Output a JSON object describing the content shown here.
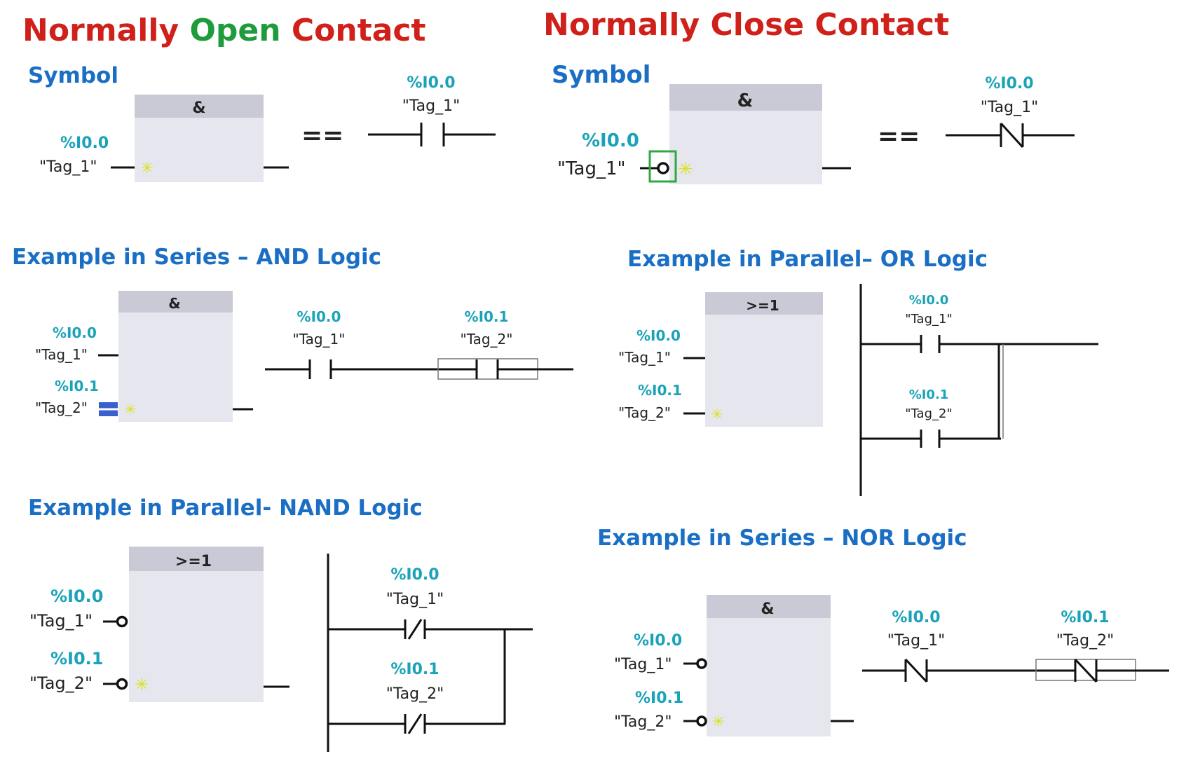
{
  "colors": {
    "red": "#d0201a",
    "green": "#1e9c3c",
    "blue": "#1a6fc4",
    "teal": "#1aa3b8",
    "box_fill": "#e6e7ee",
    "box_header": "#c9cad6",
    "star": "#d9e21a",
    "highlight_box": "#2fa83f",
    "negation_bar": "#3a5fcf"
  },
  "titles": {
    "no_part1": "Normally ",
    "no_part2": "Open",
    "no_part3": " Contact",
    "nc_part1": "Normally ",
    "nc_part2": "Close",
    "nc_part3": " Contact"
  },
  "labels": {
    "symbol_left": "Symbol",
    "symbol_right": "Symbol",
    "ex_and": "Example in Series – AND Logic",
    "ex_or": "Example in Parallel– OR Logic",
    "ex_nand": "Example in Parallel- NAND Logic",
    "ex_nor": "Example in Series – NOR Logic"
  },
  "ops": {
    "and": "&",
    "or": ">=1",
    "equals": "=="
  },
  "io": {
    "addr_0": "%I0.0",
    "addr_1": "%I0.1",
    "tag_1": "\"Tag_1\"",
    "tag_2": "\"Tag_2\""
  }
}
